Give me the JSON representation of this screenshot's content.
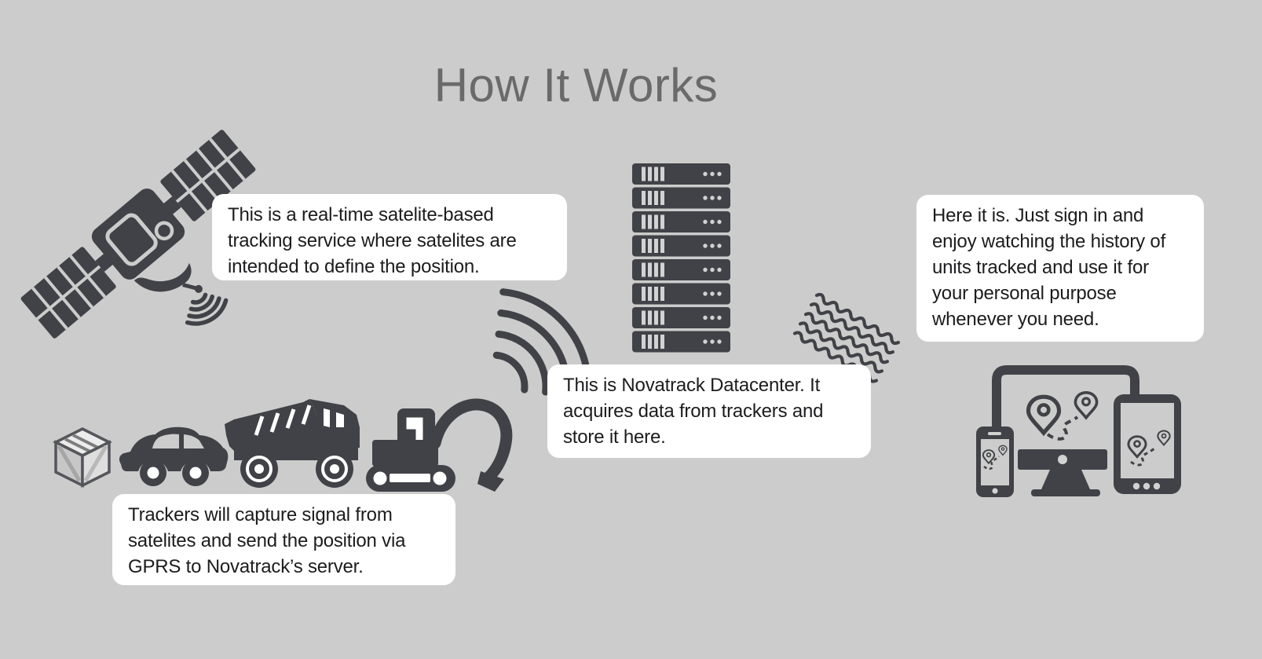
{
  "title": "How It Works",
  "callouts": {
    "satellite": "This is a real-time satelite-based tracking service where satelites are intended to define the position.",
    "trackers": "Trackers will capture signal from satelites and send the position via GPRS to Novatrack’s server.",
    "datacenter": "This is Novatrack Datacenter. It acquires data from trackers and store it here.",
    "client": "Here it is. Just sign in and enjoy watching the history of units tracked and use it for your personal purpose whenever you need."
  },
  "datacenter": {
    "server_count": 8
  },
  "icons": {
    "satellite": "satellite-icon",
    "satellite_signal": "signal-waves-icon",
    "crate": "cargo-crate-icon",
    "car": "car-icon",
    "dump_truck": "dump-truck-icon",
    "excavator": "excavator-icon",
    "uplink_signal": "uplink-signal-arcs-icon",
    "server_rack": "server-rack-icon",
    "data_waves": "data-transmission-waves-icon",
    "monitor": "desktop-monitor-icon",
    "phone": "smartphone-icon",
    "tablet": "tablet-icon",
    "location_pin": "location-pin-icon"
  },
  "colors": {
    "background": "#cccccc",
    "icon_dark": "#414247",
    "icon_light": "#ffffff",
    "screen_gray": "#d2d2d3",
    "callout_bg": "#ffffff",
    "callout_text": "#1c1c1e",
    "title_text": "#6a6a6a"
  }
}
